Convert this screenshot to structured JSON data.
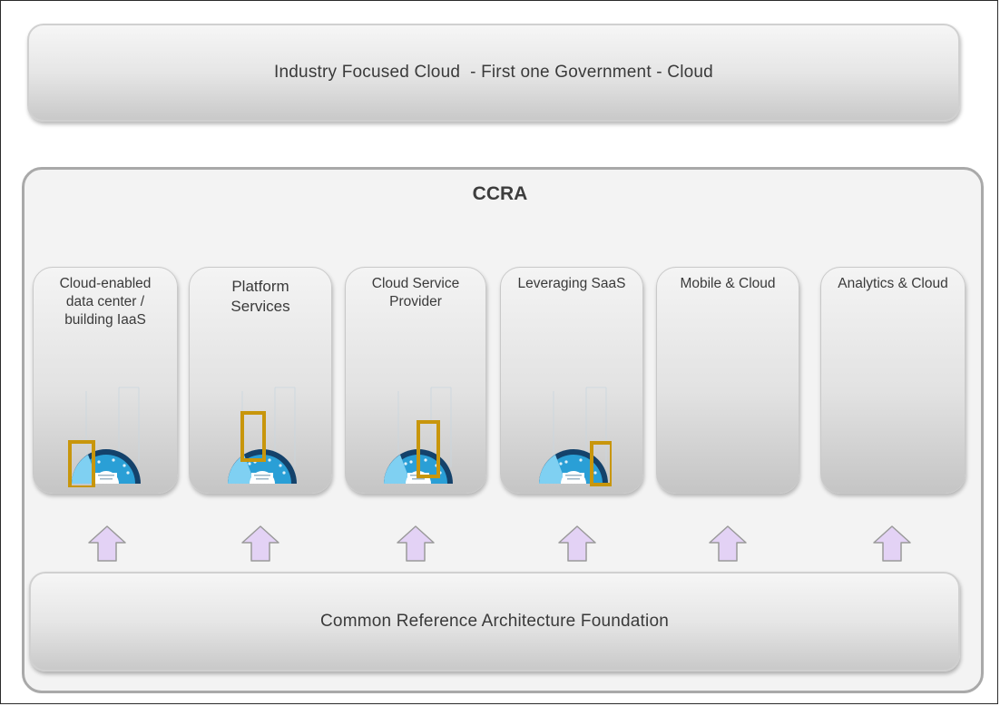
{
  "header": {
    "title": "Industry Focused Cloud  - First one Government - Cloud"
  },
  "ccra": {
    "title": "CCRA"
  },
  "cards": [
    {
      "label_lines": [
        "Cloud-enabled",
        "data center /",
        "building IaaS"
      ]
    },
    {
      "label_lines": [
        "Platform",
        "Services"
      ]
    },
    {
      "label_lines": [
        "Cloud Service",
        "Provider"
      ]
    },
    {
      "label_lines": [
        "Leveraging SaaS"
      ]
    },
    {
      "label_lines": [
        "Mobile & Cloud"
      ]
    },
    {
      "label_lines": [
        "Analytics & Cloud"
      ]
    }
  ],
  "foundation": {
    "title": "Common Reference Architecture Foundation"
  },
  "colors": {
    "highlight": "#c8960c",
    "arrow_fill": "#e3d2f5",
    "arrow_stroke": "#9a9a9a",
    "diagram_blue": "#2a9fd6",
    "diagram_dark": "#14426b"
  },
  "icons": {
    "up_arrow": "up-arrow-icon",
    "thumbnail": "architecture-diagram-thumbnail"
  }
}
